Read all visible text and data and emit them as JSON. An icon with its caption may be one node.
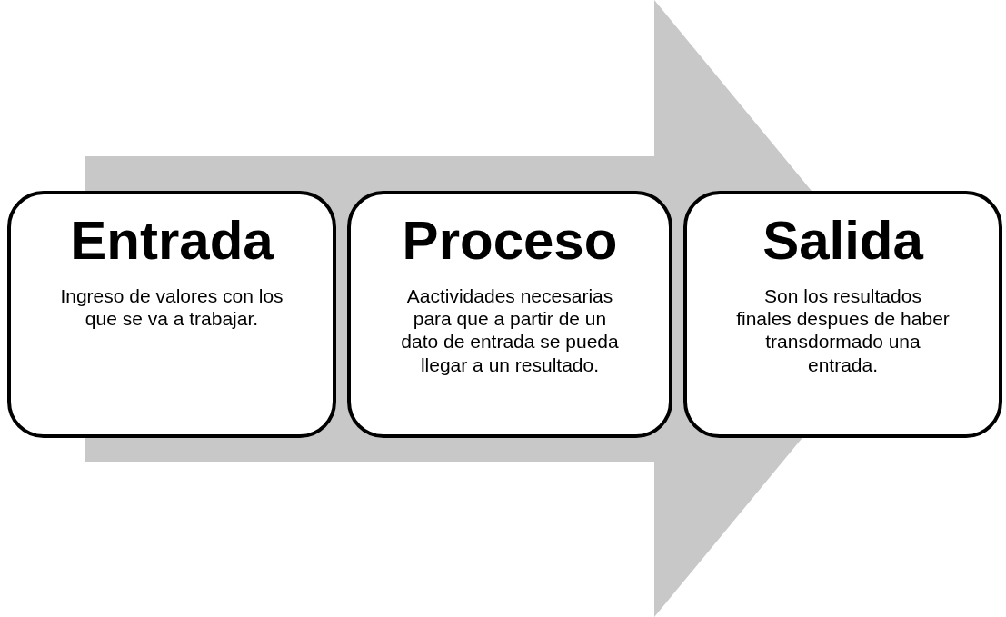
{
  "diagram": {
    "nodes": [
      {
        "text": [
          "Entrada",
          "Ingreso de valores con los que se va a trabajar."
        ]
      },
      {
        "text": [
          "Proceso",
          "Aactividades necesarias para que a partir de un dato de entrada se pueda llegar a un resultado."
        ]
      },
      {
        "text": [
          "Salida",
          "Son los resultados finales despues de haber transdormado una entrada."
        ]
      }
    ],
    "edges": [
      {
        "from": 0,
        "to": 2,
        "arrow": "to"
      }
    ]
  }
}
